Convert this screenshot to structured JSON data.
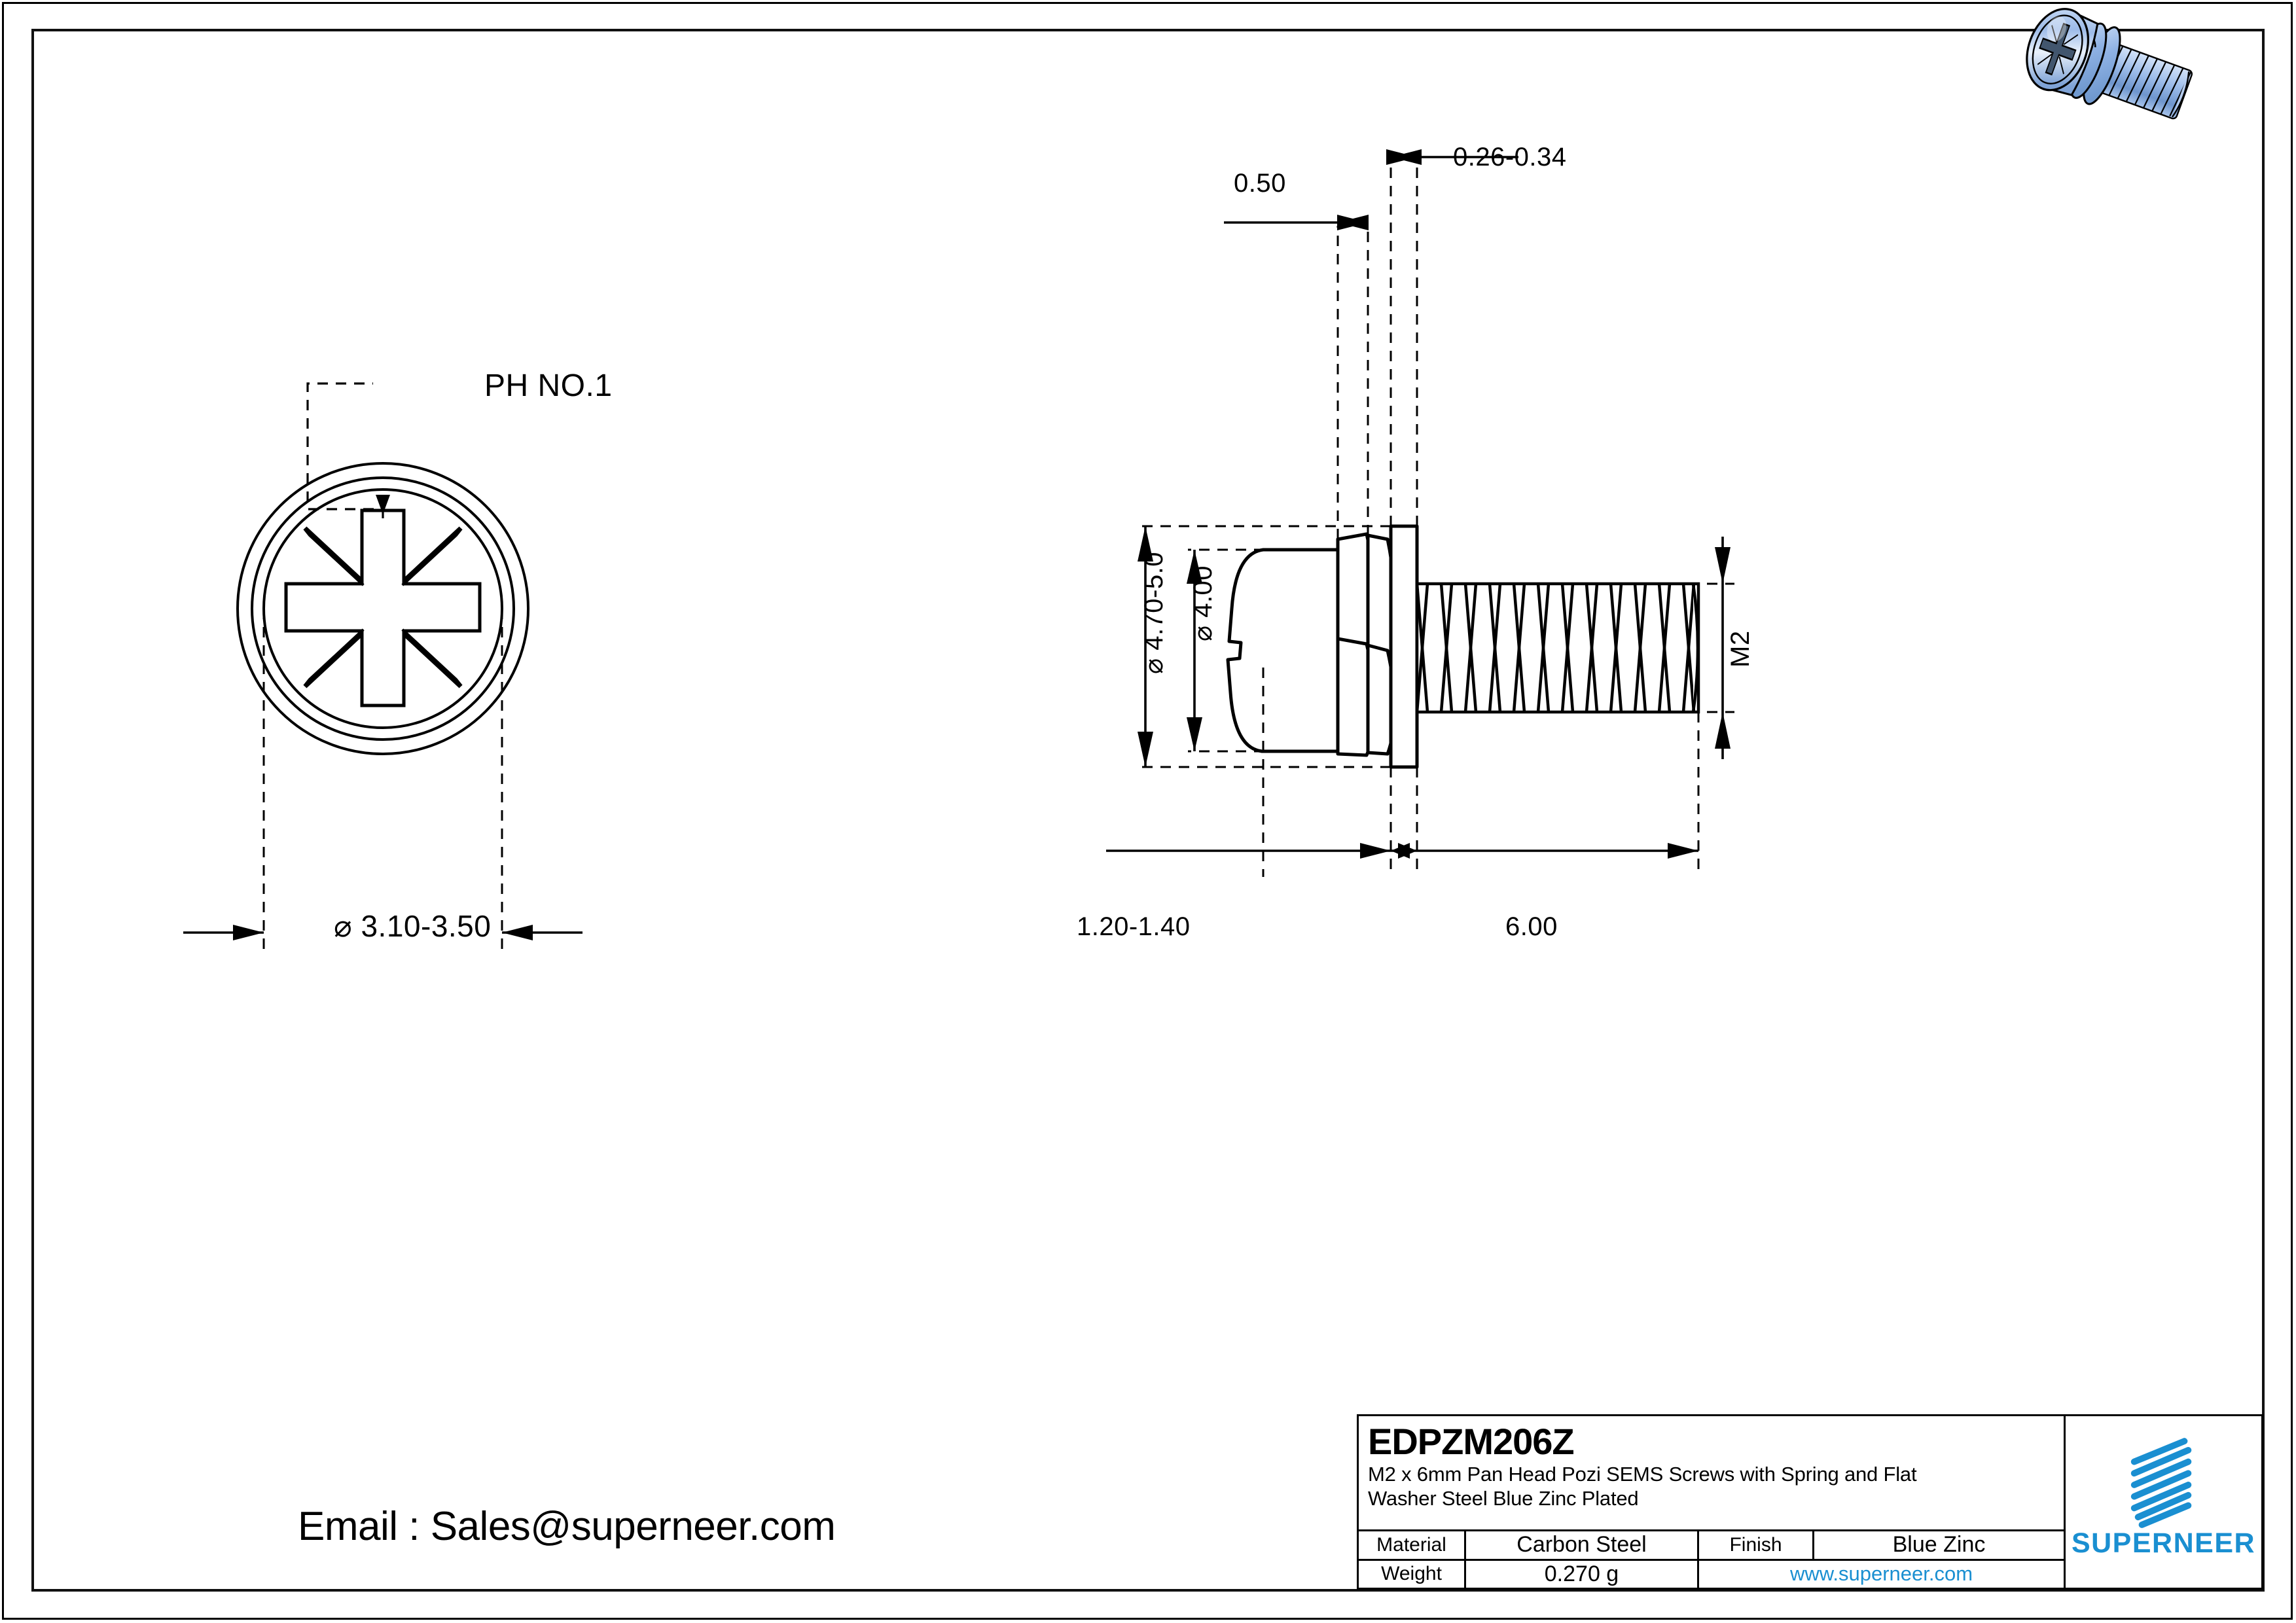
{
  "sheet": {
    "email_label": "Email : Sales@superneer.com"
  },
  "drawing": {
    "front_view": {
      "callout_label": "PH NO.1",
      "recess_dim": "⌀ 3.10-3.50"
    },
    "side_view": {
      "head_diameter_outer": "⌀ 4.70-5.0",
      "head_diameter_inner": "⌀ 4.00",
      "spring_washer_thk": "0.50",
      "flat_washer_thk": "0.26-0.34",
      "head_height": "1.20-1.40",
      "thread_length": "6.00",
      "thread_size": "M2"
    }
  },
  "title_block": {
    "part_number": "EDPZM206Z",
    "description_line1": "M2 x 6mm Pan Head Pozi SEMS Screws with Spring and Flat",
    "description_line2": "Washer Steel Blue Zinc Plated",
    "material_label": "Material",
    "material_value": "Carbon Steel",
    "finish_label": "Finish",
    "finish_value": "Blue Zinc",
    "weight_label": "Weight",
    "weight_value": "0.270 g",
    "website": "www.superneer.com",
    "brand_name": "SUPERNEER",
    "brand_color": "#1a8fd1"
  }
}
